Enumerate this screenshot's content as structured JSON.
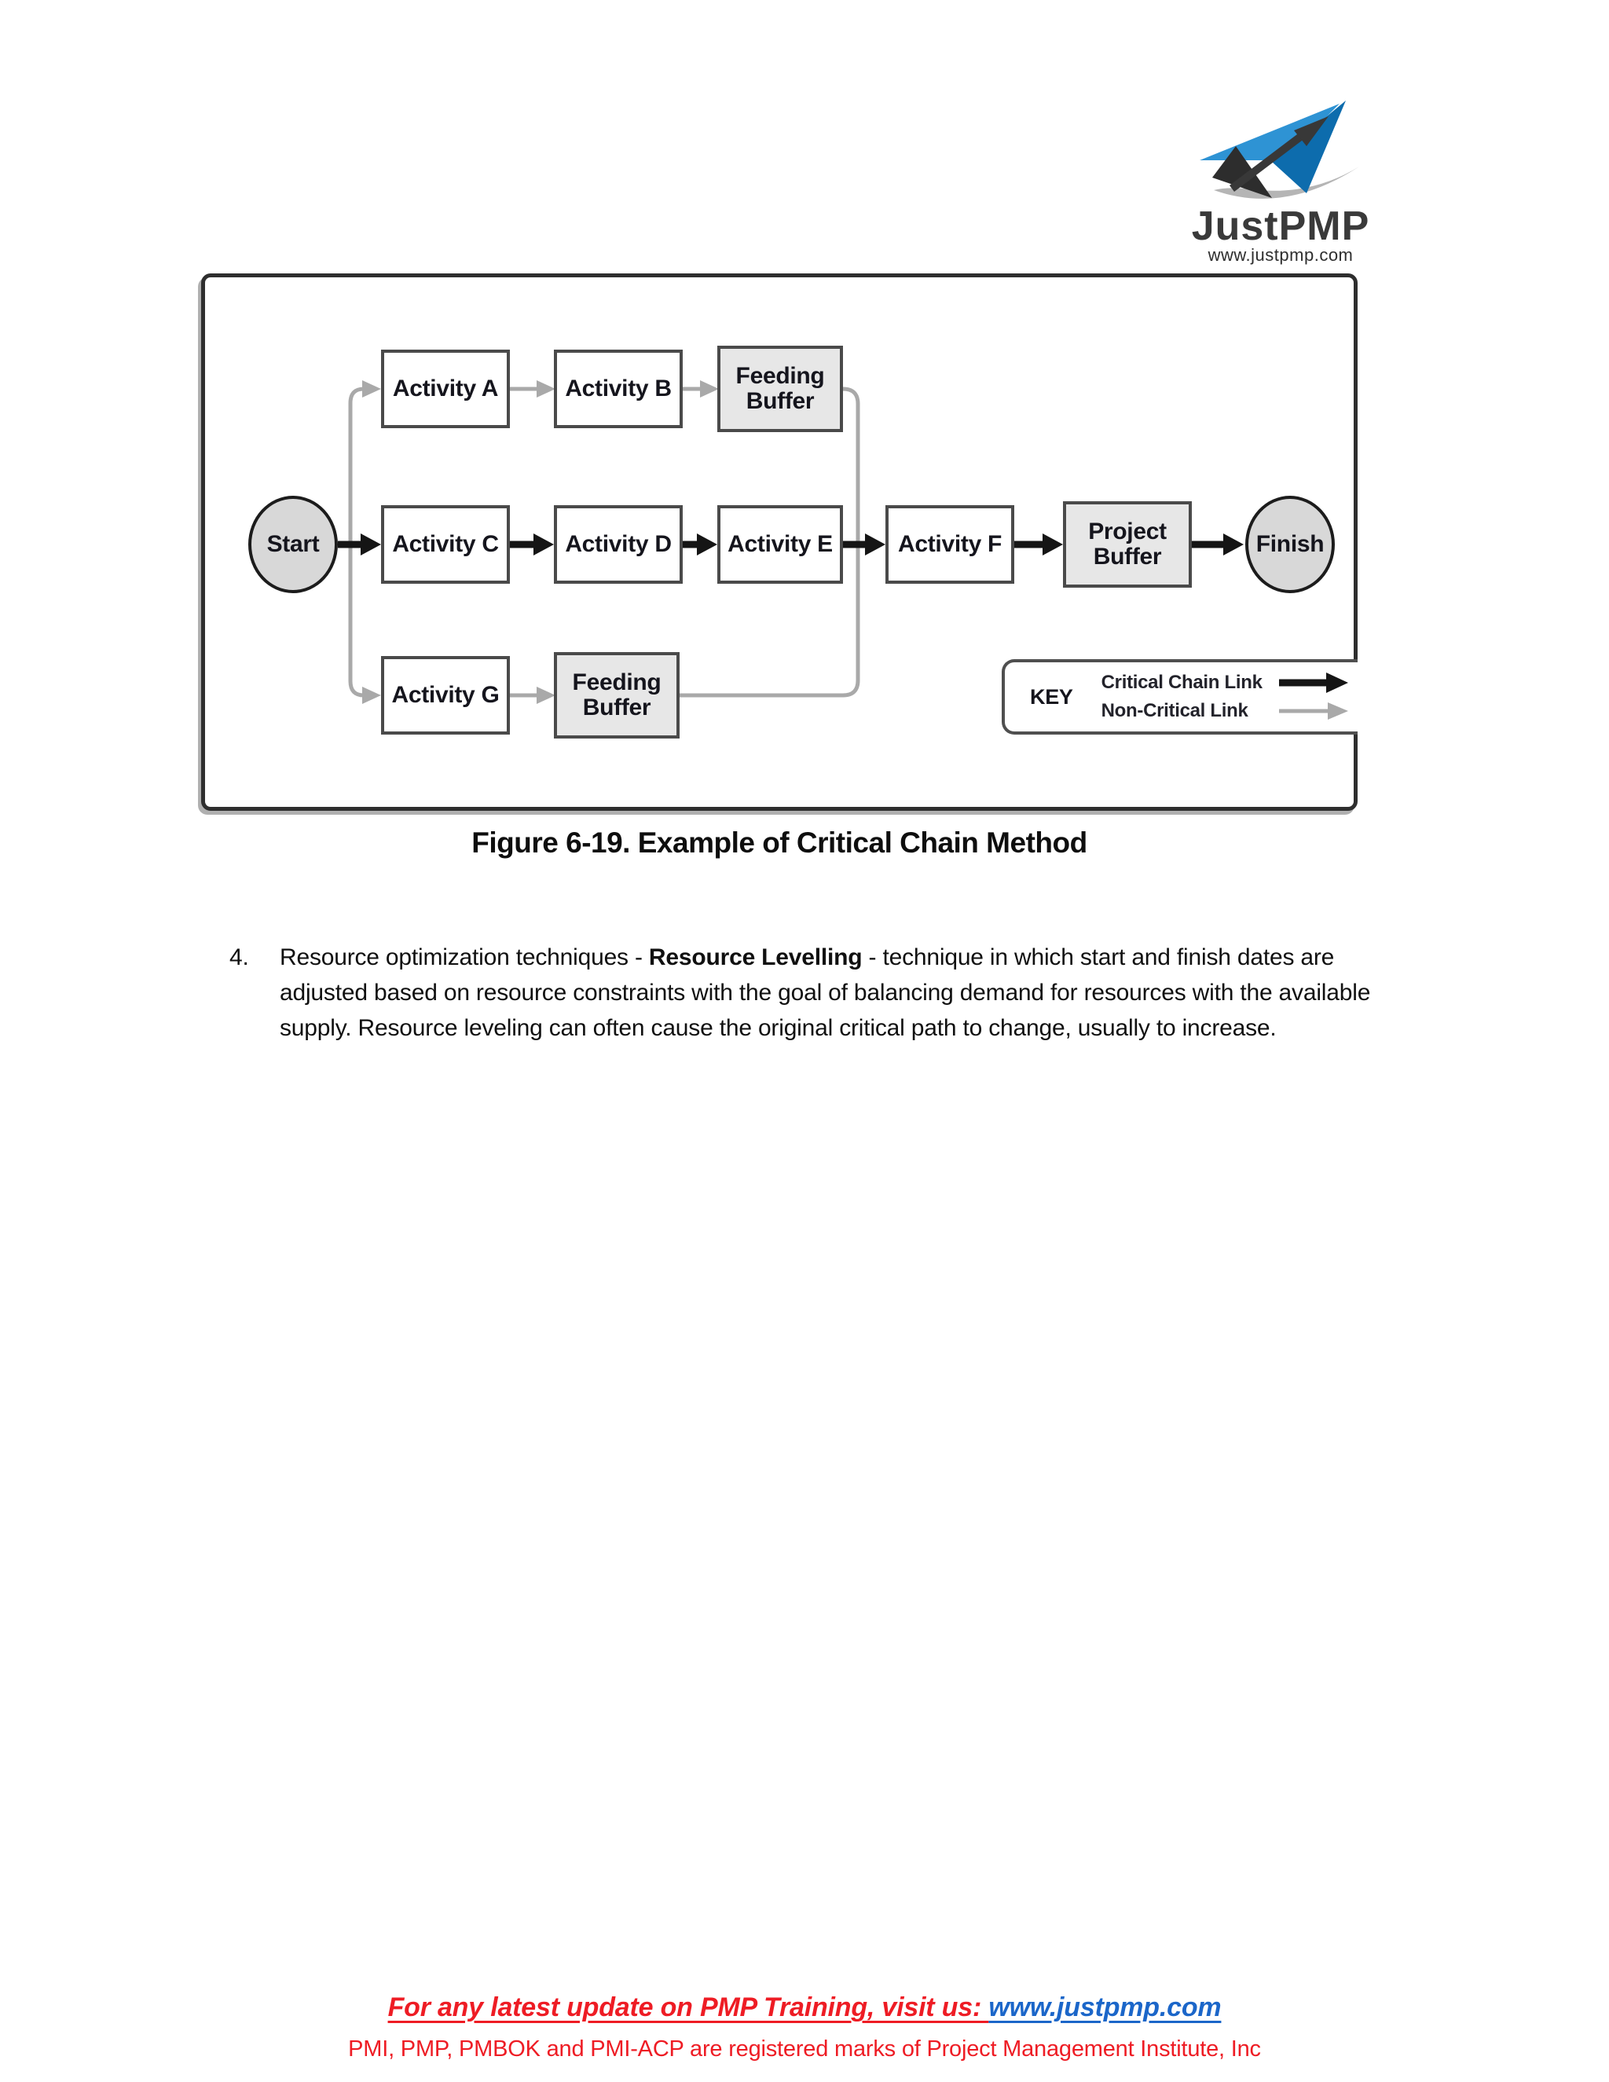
{
  "logo": {
    "brand": "JustPMP",
    "website": "www.justpmp.com",
    "icon": "paper-plane-icon",
    "colors": {
      "blue_light": "#2e93d4",
      "blue_dark": "#0d6cad",
      "dark": "#333333",
      "swoosh_gray": "#b5b5b5"
    }
  },
  "diagram": {
    "nodes": {
      "start": "Start",
      "activity_a": "Activity A",
      "activity_b": "Activity B",
      "feeding_buffer_top": "Feeding Buffer",
      "activity_c": "Activity C",
      "activity_d": "Activity D",
      "activity_e": "Activity E",
      "activity_f": "Activity F",
      "project_buffer": "Project Buffer",
      "finish": "Finish",
      "activity_g": "Activity G",
      "feeding_buffer_bottom": "Feeding Buffer"
    },
    "key": {
      "title": "KEY",
      "critical_label": "Critical Chain Link",
      "non_critical_label": "Non-Critical Link"
    },
    "colors": {
      "critical_link": "#151515",
      "non_critical_link": "#a9a9a9",
      "buffer_fill": "#e7e7e7",
      "activity_fill": "#ffffff",
      "terminal_fill": "#d8d8d8",
      "node_border": "#4a4a4a"
    }
  },
  "caption": "Figure 6-19. Example of Critical Chain Method",
  "body": {
    "number": "4.",
    "lead": "Resource optimization techniques - ",
    "bold": "Resource Levelling",
    "rest": " - technique in which start and finish dates are adjusted based on resource constraints with the goal of balancing demand for resources with the available supply.  Resource leveling can often cause the original critical path to change, usually to increase."
  },
  "footer": {
    "notice_prefix": "For any latest update on PMP Training, visit us: ",
    "notice_link": "www.justpmp.com",
    "trademark": "PMI, PMP, PMBOK and PMI-ACP are registered marks of Project Management Institute, Inc",
    "red": "#ee1c24",
    "blue": "#1b66c9"
  }
}
